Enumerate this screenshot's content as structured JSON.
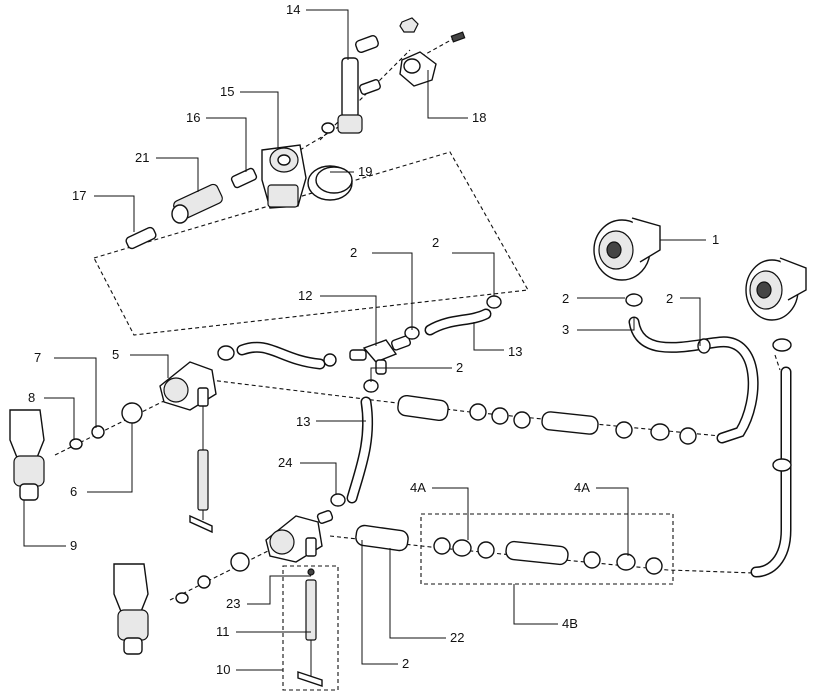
{
  "diagram": {
    "callouts": [
      {
        "id": "c14",
        "text": "14"
      },
      {
        "id": "c15",
        "text": "15"
      },
      {
        "id": "c16",
        "text": "16"
      },
      {
        "id": "c21",
        "text": "21"
      },
      {
        "id": "c17",
        "text": "17"
      },
      {
        "id": "c19",
        "text": "19"
      },
      {
        "id": "c18",
        "text": "18"
      },
      {
        "id": "c1",
        "text": "1"
      },
      {
        "id": "c2a",
        "text": "2"
      },
      {
        "id": "c2b",
        "text": "2"
      },
      {
        "id": "c2c",
        "text": "2"
      },
      {
        "id": "c2d",
        "text": "2"
      },
      {
        "id": "c2e",
        "text": "2"
      },
      {
        "id": "c2f",
        "text": "2"
      },
      {
        "id": "c3",
        "text": "3"
      },
      {
        "id": "c12",
        "text": "12"
      },
      {
        "id": "c13a",
        "text": "13"
      },
      {
        "id": "c13b",
        "text": "13"
      },
      {
        "id": "c5",
        "text": "5"
      },
      {
        "id": "c7",
        "text": "7"
      },
      {
        "id": "c8",
        "text": "8"
      },
      {
        "id": "c6",
        "text": "6"
      },
      {
        "id": "c9",
        "text": "9"
      },
      {
        "id": "c24",
        "text": "24"
      },
      {
        "id": "c4A1",
        "text": "4A"
      },
      {
        "id": "c4A2",
        "text": "4A"
      },
      {
        "id": "c4B",
        "text": "4B"
      },
      {
        "id": "c23",
        "text": "23"
      },
      {
        "id": "c11",
        "text": "11"
      },
      {
        "id": "c10",
        "text": "10"
      },
      {
        "id": "c22",
        "text": "22"
      }
    ]
  }
}
